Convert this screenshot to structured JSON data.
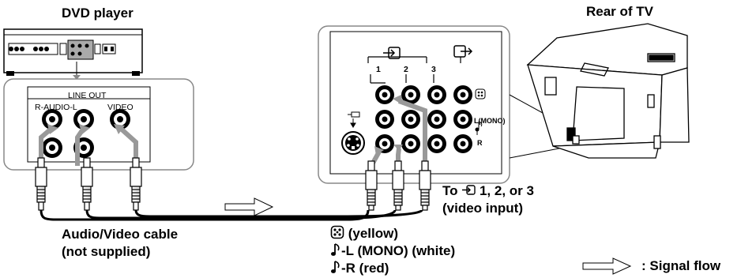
{
  "titles": {
    "dvd_player": "DVD player",
    "rear_of_tv": "Rear of TV"
  },
  "dvd_panel": {
    "line_out": "LINE  OUT",
    "audio_label": "R-AUDIO-L",
    "video_label": "VIDEO"
  },
  "tv_panel": {
    "input_1": "1",
    "input_2": "2",
    "input_3": "3",
    "mono_label": "L(MONO)",
    "r_label": "R"
  },
  "labels": {
    "to_input_line1": " 1, 2, or 3",
    "to_input_prefix": "To",
    "to_input_line2": "(video input)",
    "cable_line1": "Audio/Video cable",
    "cable_line2": "(not supplied)",
    "yellow": "(yellow)",
    "white": "-L (MONO) (white)",
    "red": "-R (red)",
    "signal_flow": ": Signal flow"
  },
  "icons": {
    "video_icon": "video-icon",
    "audio_icon": "audio-note-icon",
    "input_icon": "input-icon",
    "output_icon": "output-icon",
    "arrow": "signal-flow-arrow-icon"
  }
}
